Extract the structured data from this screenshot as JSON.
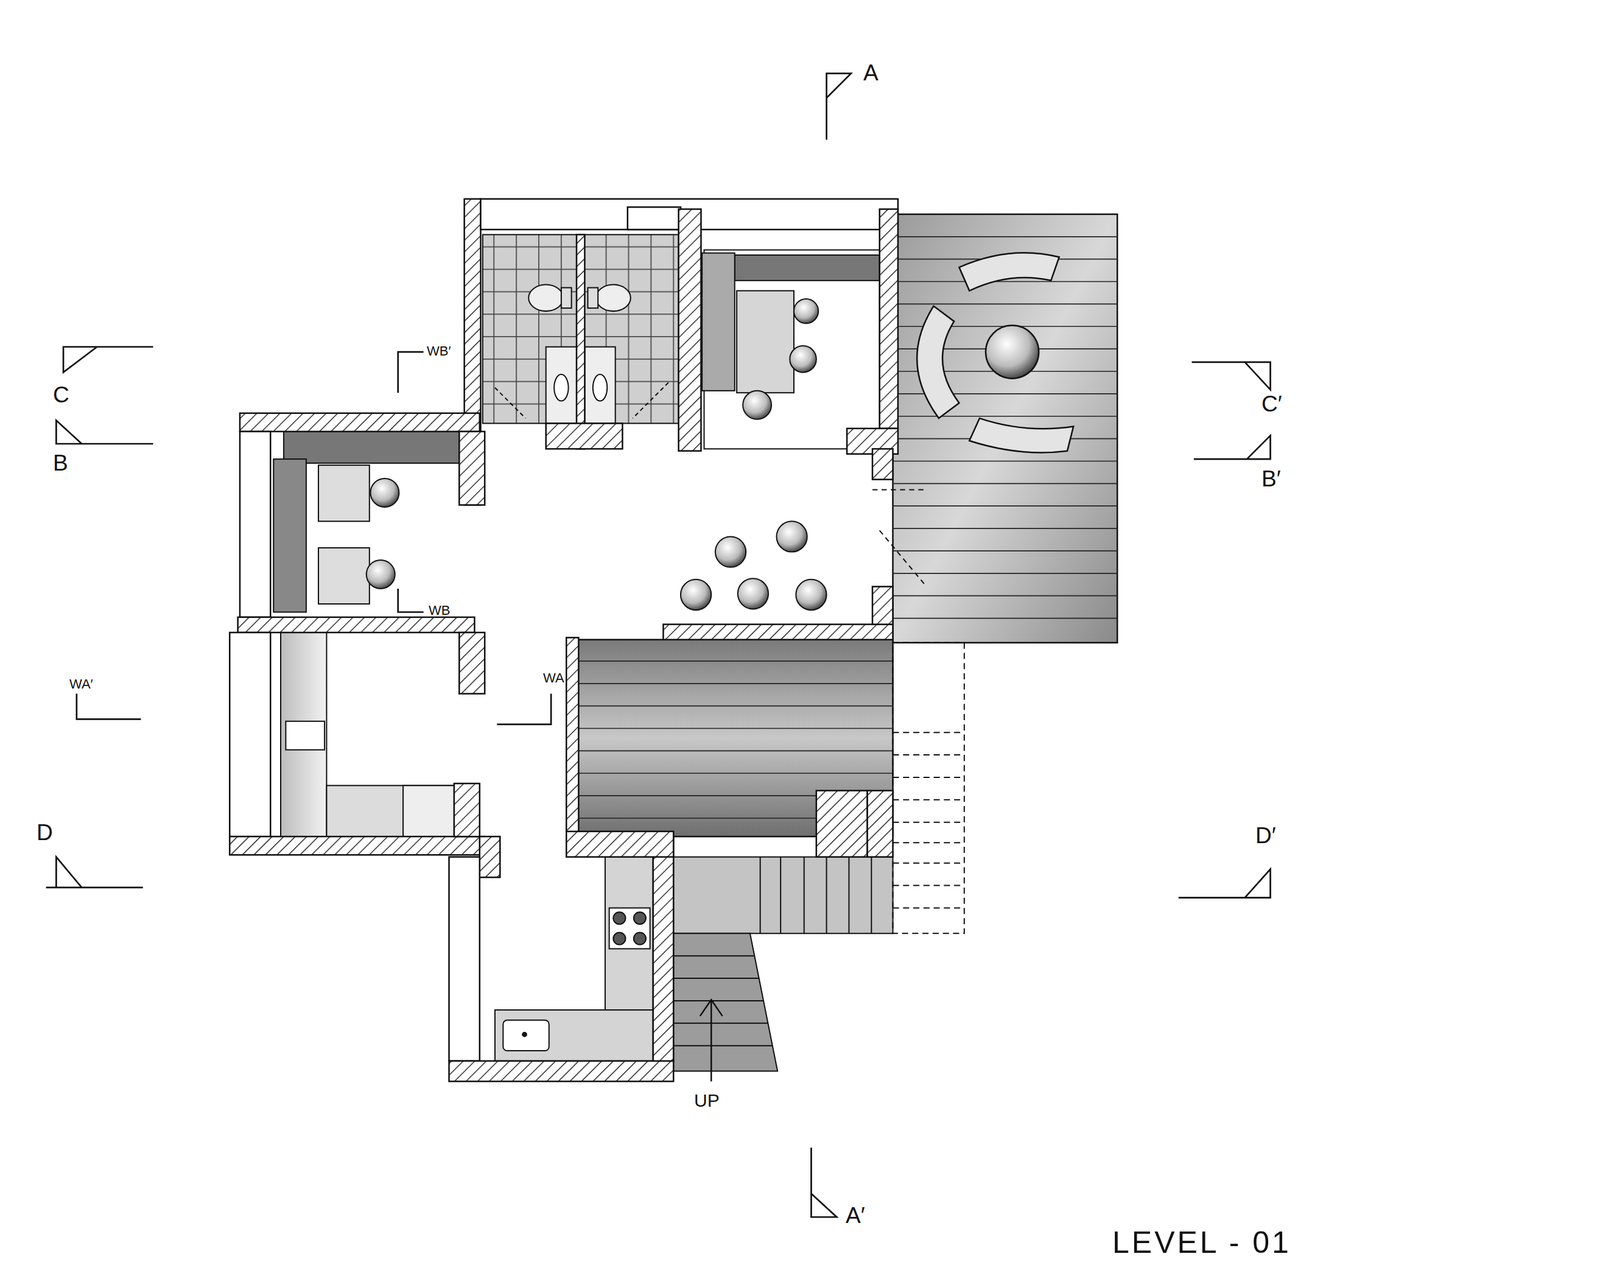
{
  "diagram": {
    "title": "LEVEL - 01",
    "labels": [
      "A",
      "A′",
      "C",
      "B",
      "C′",
      "B′",
      "WB′",
      "WB",
      "WA′",
      "WA",
      "D",
      "D′",
      "UP"
    ]
  }
}
